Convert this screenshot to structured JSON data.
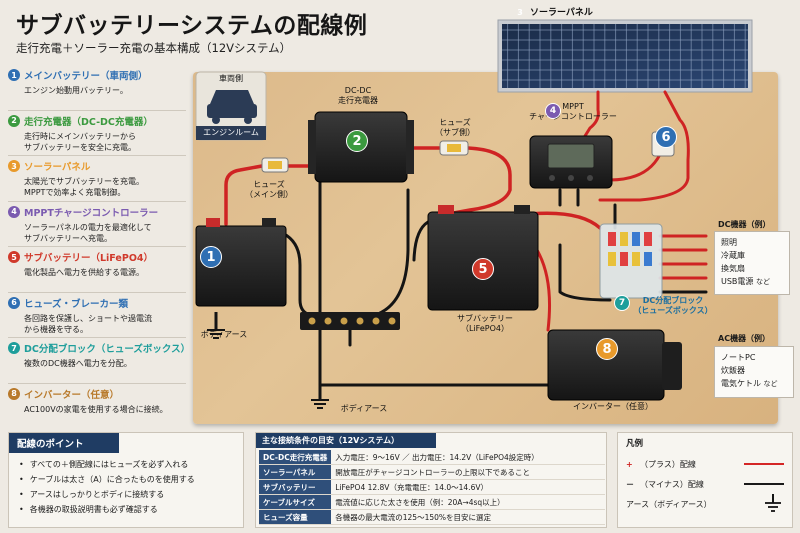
{
  "header": {
    "title": "サブバッテリーシステムの配線例",
    "subtitle": "走行充電＋ソーラー充電の基本構成（12Vシステム）"
  },
  "colors": {
    "blue": "#2f6fb3",
    "green": "#3b9a3f",
    "orange": "#e89a2c",
    "purple": "#7b5bb0",
    "red": "#d0392b",
    "teal": "#1e9e9b",
    "brown": "#b8792a",
    "navy": "#1f3c63",
    "plus_wire": "#d42626",
    "minus_wire": "#1a1a1a"
  },
  "items": [
    {
      "num": "1",
      "title": "メインバッテリー（車両側）",
      "desc": "エンジン始動用バッテリー。"
    },
    {
      "num": "2",
      "title": "走行充電器（DC-DC充電器）",
      "desc": "走行時にメインバッテリーから\nサブバッテリーを安全に充電。"
    },
    {
      "num": "3",
      "title": "ソーラーパネル",
      "desc": "太陽光でサブバッテリーを充電。\nMPPTで効率よく充電制御。"
    },
    {
      "num": "4",
      "title": "MPPTチャージコントローラー",
      "desc": "ソーラーパネルの電力を最適化して\nサブバッテリーへ充電。"
    },
    {
      "num": "5",
      "title": "サブバッテリー（LiFePO4）",
      "desc": "電化製品へ電力を供給する電源。"
    },
    {
      "num": "6",
      "title": "ヒューズ・ブレーカー類",
      "desc": "各回路を保護し、ショートや過電流\nから機器を守る。"
    },
    {
      "num": "7",
      "title": "DC分配ブロック（ヒューズボックス）",
      "desc": "複数のDC機器へ電力を分配。"
    },
    {
      "num": "8",
      "title": "インバーター（任意）",
      "desc": "AC100Vの家電を使用する場合に接続。"
    }
  ],
  "diagram": {
    "vehicle_side": "車両側",
    "engine_room": "エンジンルーム",
    "dcdc_label": "DC-DC\n走行充電器",
    "fuse_main": "ヒューズ\n（メイン側）",
    "fuse_sub": "ヒューズ\n（サブ側）",
    "solar_label": "ソーラーパネル",
    "solar_num": "3",
    "mppt_label": "MPPT\nチャージコントローラー",
    "body_earth_1": "ボディアース",
    "body_earth_2": "ボディアース",
    "sub_battery_label": "サブバッテリー\n（LiFePO4）",
    "dc_block_label": "DC分配ブロック\n（ヒューズボックス）",
    "inverter_label": "インバーター（任意）",
    "plus_mark": "+"
  },
  "dc_devices": {
    "title": "DC機器（例）",
    "items": [
      "照明",
      "冷蔵庫",
      "換気扇",
      "USB電源"
    ],
    "suffix": "など"
  },
  "ac_devices": {
    "title": "AC機器（例）",
    "items": [
      "ノートPC",
      "炊飯器",
      "電気ケトル"
    ],
    "suffix": "など"
  },
  "points": {
    "title": "配線のポイント",
    "items": [
      "すべての＋側配線にはヒューズを必ず入れる",
      "ケーブルは太さ（A）に合ったものを使用する",
      "アースはしっかりとボディに接続する",
      "各機器の取扱説明書も必ず確認する"
    ]
  },
  "conditions": {
    "title": "主な接続条件の目安（12Vシステム）",
    "rows": [
      {
        "key": "DC-DC走行充電器",
        "value": "入力電圧：9〜16V ／ 出力電圧：14.2V（LiFePO4設定時）"
      },
      {
        "key": "ソーラーパネル",
        "value": "開放電圧がチャージコントローラーの上限以下であること"
      },
      {
        "key": "サブバッテリー",
        "value": "LiFePO4 12.8V（充電電圧：14.0〜14.6V）"
      },
      {
        "key": "ケーブルサイズ",
        "value": "電流値に応じた太さを使用（例：20A→4sq以上）"
      },
      {
        "key": "ヒューズ容量",
        "value": "各機器の最大電流の125〜150%を目安に選定"
      }
    ]
  },
  "legend": {
    "title": "凡例",
    "plus_sym": "+",
    "plus_label": "（プラス）配線",
    "minus_sym": "－",
    "minus_label": "（マイナス）配線",
    "earth_label": "アース（ボディアース）"
  }
}
